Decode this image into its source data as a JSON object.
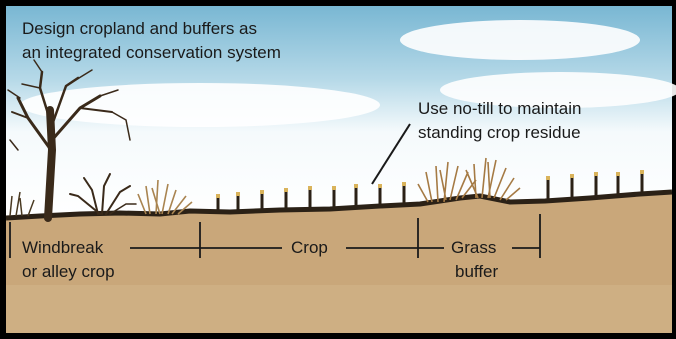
{
  "title": {
    "line1": "Design cropland and buffers as",
    "line2": "an integrated conservation system"
  },
  "annotation": {
    "line1": "Use no-till to maintain",
    "line2": "standing crop residue"
  },
  "zones": {
    "windbreak": {
      "line1": "Windbreak",
      "line2": "or alley crop"
    },
    "crop": {
      "label": "Crop"
    },
    "grass": {
      "line1": "Grass",
      "line2": "buffer"
    }
  },
  "colors": {
    "sky_top": "#7fbcd6",
    "sky_bottom": "#ffffff",
    "soil": "#c9a77a",
    "soil_edge": "#2b2116",
    "frame": "#000000"
  }
}
